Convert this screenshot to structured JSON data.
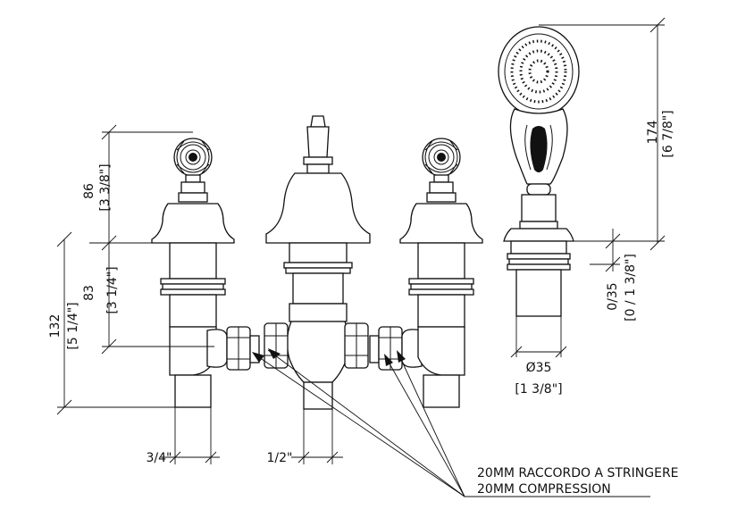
{
  "dimensions": {
    "d86": "86",
    "d86_in": "[3 3/8\"]",
    "d83": "83",
    "d83_in": "[3 1/4\"]",
    "d132": "132",
    "d132_in": "[5 1/4\"]",
    "d174": "174",
    "d174_in": "[6 7/8\"]",
    "d035": "0/35",
    "d035_in": "[0 / 1 3/8\"]",
    "dia35": "Ø35",
    "dia35_in": "[1 3/8\"]",
    "d34": "3/4\"",
    "d12": "1/2\""
  },
  "note": {
    "line1": "20MM RACCORDO A STRINGERE",
    "line2": "20MM COMPRESSION"
  }
}
